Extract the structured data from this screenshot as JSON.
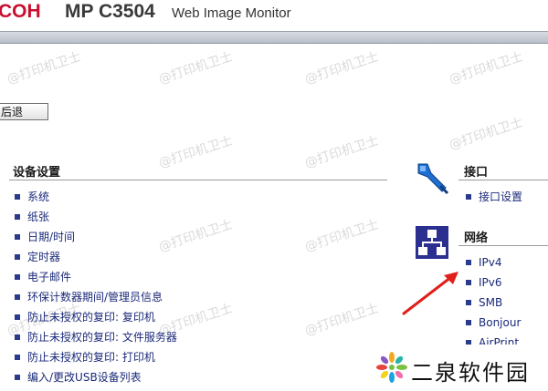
{
  "header": {
    "brand": "COH",
    "model": "MP C3504",
    "product": "Web Image Monitor"
  },
  "toolbar": {
    "back_label": "后退"
  },
  "device_settings": {
    "title": "设备设置",
    "items": [
      "系统",
      "纸张",
      "日期/时间",
      "定时器",
      "电子邮件",
      "环保计数器期间/管理员信息",
      "防止未授权的复印: 复印机",
      "防止未授权的复印: 文件服务器",
      "防止未授权的复印: 打印机",
      "编入/更改USB设备列表"
    ]
  },
  "interface": {
    "title": "接口",
    "items": [
      "接口设置"
    ],
    "icon": "network-cable-icon"
  },
  "network": {
    "title": "网络",
    "items": [
      "IPv4",
      "IPv6",
      "SMB",
      "Bonjour",
      "AirPrint"
    ],
    "icon": "network-topology-icon"
  },
  "watermark": "@打印机卫士",
  "bottom_logo": {
    "text": "二泉软件园"
  },
  "colors": {
    "brand_red": "#c8102e",
    "link_blue": "#1b2a7a",
    "arrow_red": "#e0201b"
  }
}
